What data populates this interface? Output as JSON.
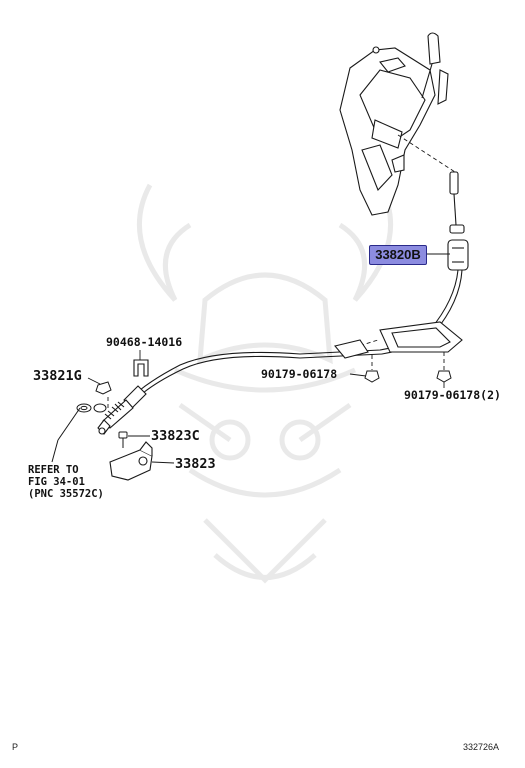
{
  "parts": {
    "p33820B": "33820B",
    "p90468": "90468-14016",
    "p33821G": "33821G",
    "p90179_a": "90179-06178",
    "p90179_b": "90179-06178(2)",
    "p33823C": "33823C",
    "p33823": "33823"
  },
  "reference_note": {
    "line1": "REFER TO",
    "line2": "FIG 34-01",
    "line3": "(PNC 35572C)"
  },
  "footer": {
    "left": "P",
    "right": "332726A"
  },
  "colors": {
    "highlight": "#8c8ce0",
    "line": "#1a1a1a",
    "watermark": "#e8e8e8"
  }
}
